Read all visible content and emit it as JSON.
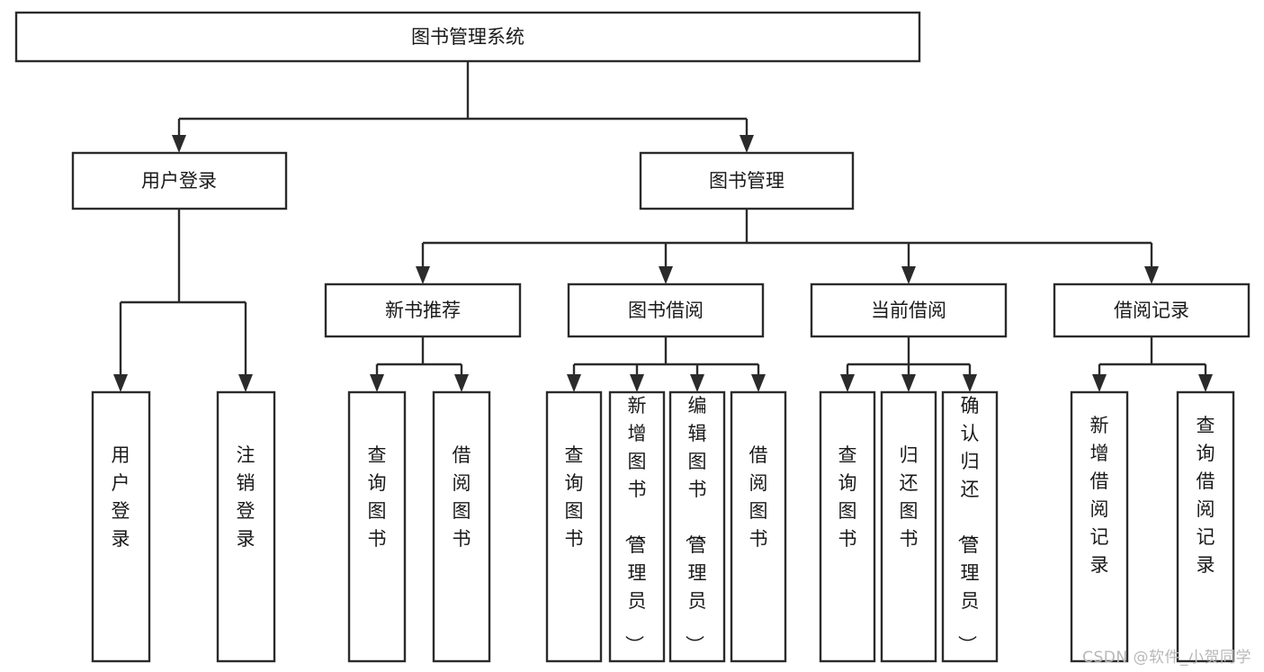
{
  "diagram": {
    "title": "图书管理系统",
    "type": "tree-hierarchy-chart",
    "orientation": "top-down",
    "colors": {
      "box_fill": "#ffffff",
      "box_stroke": "#2b2b2b",
      "connector": "#2b2b2b",
      "text": "#1a1a1a",
      "background": "#ffffff",
      "watermark": "#b8b8b8"
    },
    "root": {
      "label": "图书管理系统"
    },
    "level2": [
      {
        "label": "用户登录"
      },
      {
        "label": "图书管理"
      }
    ],
    "level3": [
      {
        "label": "新书推荐"
      },
      {
        "label": "图书借阅"
      },
      {
        "label": "当前借阅"
      },
      {
        "label": "借阅记录"
      }
    ],
    "leaves": {
      "user_login": [
        {
          "label": "用户登录"
        },
        {
          "label": "注销登录"
        }
      ],
      "new_book_recommend": [
        {
          "label": "查询图书"
        },
        {
          "label": "借阅图书"
        }
      ],
      "book_borrow": [
        {
          "label": "查询图书"
        },
        {
          "label": "新增图书（管理员）"
        },
        {
          "label": "编辑图书（管理员）"
        },
        {
          "label": "借阅图书"
        }
      ],
      "current_borrow": [
        {
          "label": "查询图书"
        },
        {
          "label": "归还图书"
        },
        {
          "label": "确认归还（管理员）"
        }
      ],
      "borrow_record": [
        {
          "label": "新增借阅记录"
        },
        {
          "label": "查询借阅记录"
        }
      ]
    }
  },
  "watermark": {
    "text": "CSDN @软件_小贺同学"
  }
}
